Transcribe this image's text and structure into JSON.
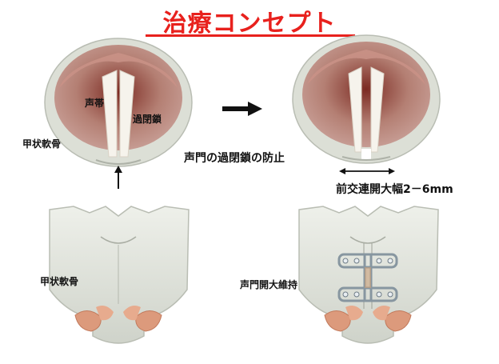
{
  "title": "治療コンセプト",
  "labels": {
    "vocal_cord": "声帯",
    "excessive_closure": "過閉鎖",
    "thyroid_cartilage_top": "甲状軟骨",
    "prevention": "声門の過閉鎖の防止",
    "widening": "前交連開大幅2－6mm",
    "thyroid_cartilage_bottom": "甲状軟骨",
    "glottis_open_maintain": "声門開大維持"
  },
  "colors": {
    "title": "#e8211d",
    "arrow": "#111111",
    "cartilage": "#dcdfd6",
    "mucosa": "#b47f73",
    "cord": "#f6f3ec",
    "muscle": "#dc9a7c",
    "implant": "#9aa7b0"
  }
}
